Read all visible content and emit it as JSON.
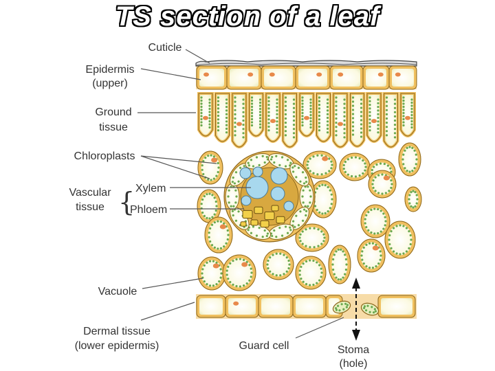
{
  "title": "TS section of a leaf",
  "labels": {
    "cuticle": "Cuticle",
    "epidermis_upper_line1": "Epidermis",
    "epidermis_upper_line2": "(upper)",
    "ground_line1": "Ground",
    "ground_line2": "tissue",
    "chloroplasts": "Chloroplasts",
    "vascular_line1": "Vascular",
    "vascular_line2": "tissue",
    "xylem": "Xylem",
    "phloem": "Phloem",
    "vacuole": "Vacuole",
    "dermal_line1": "Dermal tissue",
    "dermal_line2": "(lower epidermis)",
    "guard_cell": "Guard cell",
    "stoma_line1": "Stoma",
    "stoma_line2": "(hole)"
  },
  "colors": {
    "cell_wall": "#c89628",
    "cell_fill": "#fdfbe4",
    "wall_fill": "#f0c060",
    "chloroplast": "#6aa84f",
    "nucleus": "#e8894a",
    "xylem": "#a8d8ee",
    "phloem": "#f2d04a"
  }
}
